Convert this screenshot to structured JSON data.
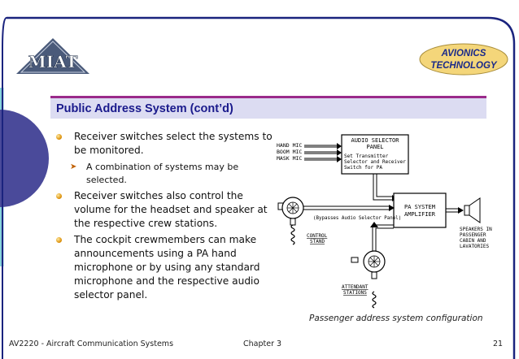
{
  "header": {
    "logo_text": "MIAT",
    "badge": {
      "line1": "AVIONICS",
      "line2": "TECHNOLOGY"
    }
  },
  "slide": {
    "title": "Public Address System (cont’d)",
    "bullets": [
      {
        "text": "Receiver switches select the systems to be monitored."
      },
      {
        "text": "A combination of systems may be selected.",
        "sub": true
      },
      {
        "text": "Receiver switches also control the volume for the headset and speaker at the respective crew stations."
      },
      {
        "text": "The cockpit crewmembers can make announcements using a PA hand microphone or by using any standard microphone and the respective audio selector panel."
      }
    ],
    "diagram": {
      "mic_labels": [
        "HAND MIC",
        "BOOM MIC",
        "MASK MIC"
      ],
      "audio_panel_title": [
        "AUDIO SELECTOR",
        "PANEL"
      ],
      "audio_panel_text": [
        "Set Transmitter",
        "Selector and Receiver",
        "Switch for PA"
      ],
      "amplifier": [
        "PA SYSTEM",
        "AMPLIFIER"
      ],
      "bypass_note": "(Bypasses Audio Selector Panel)",
      "control_stand": [
        "CONTROL",
        "STAND"
      ],
      "attendant": [
        "ATTENDANT",
        "STATIONS"
      ],
      "speakers": [
        "SPEAKERS IN",
        "PASSENGER",
        "CABIN AND",
        "LAVATORIES"
      ]
    },
    "caption": "Passenger address system configuration"
  },
  "footer": {
    "course": "AV2220 - Aircraft Communication Systems",
    "chapter": "Chapter 3",
    "page": "21"
  },
  "colors": {
    "frame_border": "#1a237e",
    "title_text": "#1a1a8c",
    "title_bar": "#dcdcf2",
    "title_rule": "#9a2a8a",
    "left_circle": "#4a4a9a",
    "badge_fill": "#f4d67a",
    "badge_text": "#1a2a8a"
  }
}
